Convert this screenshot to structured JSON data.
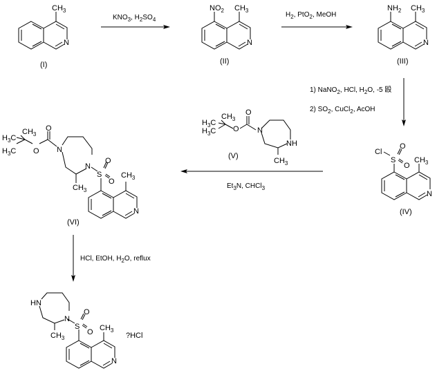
{
  "compounds": [
    {
      "id": "I",
      "label": "(I)",
      "substituents": [
        "CH3"
      ],
      "ring_atoms": [
        "N"
      ]
    },
    {
      "id": "II",
      "label": "(II)",
      "substituents": [
        "NO2",
        "CH3"
      ],
      "ring_atoms": [
        "N"
      ]
    },
    {
      "id": "III",
      "label": "(III)",
      "substituents": [
        "NH2",
        "CH3"
      ],
      "ring_atoms": [
        "N"
      ]
    },
    {
      "id": "IV",
      "label": "(IV)",
      "substituents": [
        "Cl",
        "S",
        "O",
        "O",
        "CH3"
      ],
      "ring_atoms": [
        "N"
      ]
    },
    {
      "id": "V",
      "label": "(V)",
      "substituents": [
        "H3C",
        "H3C",
        "CH3",
        "O",
        "O",
        "N",
        "NH",
        "CH3"
      ]
    },
    {
      "id": "VI",
      "label": "(VI)",
      "substituents": [
        "H3C",
        "H3C",
        "CH3",
        "O",
        "O",
        "N",
        "N",
        "S",
        "O",
        "O",
        "CH3",
        "CH3"
      ],
      "ring_atoms": [
        "N"
      ]
    },
    {
      "id": "final",
      "label": "",
      "salt": "?HCl",
      "substituents": [
        "HN",
        "N",
        "S",
        "O",
        "O",
        "CH3",
        "CH3"
      ],
      "ring_atoms": [
        "N"
      ]
    }
  ],
  "atoms": {
    "ch3": "CH",
    "ch3_sub": "3",
    "h3c_h": "H",
    "h3c_sub": "3",
    "h3c_c": "C",
    "n": "N",
    "o": "O",
    "s": "S",
    "cl": "Cl",
    "nh": "NH",
    "hn": "HN",
    "no": "NO",
    "no_sub": "2",
    "nh2_sub": "2"
  },
  "labels": {
    "I": "(I)",
    "II": "(II)",
    "III": "(III)",
    "IV": "(IV)",
    "V": "(V)",
    "VI": "(VI)",
    "salt": "?HCl"
  },
  "steps": [
    {
      "from": "I",
      "to": "II",
      "direction": "right",
      "conditions": [
        {
          "text": "KNO",
          "sub": "3",
          "rest": ", H",
          "sub2": "2",
          "rest2": "SO",
          "sub3": "4"
        }
      ]
    },
    {
      "from": "II",
      "to": "III",
      "direction": "right",
      "conditions": [
        {
          "text": "H",
          "sub": "2",
          "rest": ", PtO",
          "sub2": "2",
          "rest2": ", MeOH"
        }
      ]
    },
    {
      "from": "III",
      "to": "IV",
      "direction": "down",
      "conditions": [
        {
          "text": "1) NaNO",
          "sub": "2",
          "rest": ", HCl, H",
          "sub2": "2",
          "rest2": "O, -5 殴"
        },
        {
          "text": "2) SO",
          "sub": "2",
          "rest": ", CuCl",
          "sub2": "2",
          "rest2": ", AcOH"
        }
      ]
    },
    {
      "from": "IV",
      "to": "VI",
      "direction": "left",
      "reagent": "V",
      "conditions": [
        {
          "text": "Et",
          "sub": "3",
          "rest": "N, CHCl",
          "sub2": "3",
          "rest2": ""
        }
      ]
    },
    {
      "from": "VI",
      "to": "final",
      "direction": "down",
      "conditions": [
        {
          "text": "HCl, EtOH, H",
          "sub": "2",
          "rest": "O, reflux"
        }
      ]
    }
  ]
}
